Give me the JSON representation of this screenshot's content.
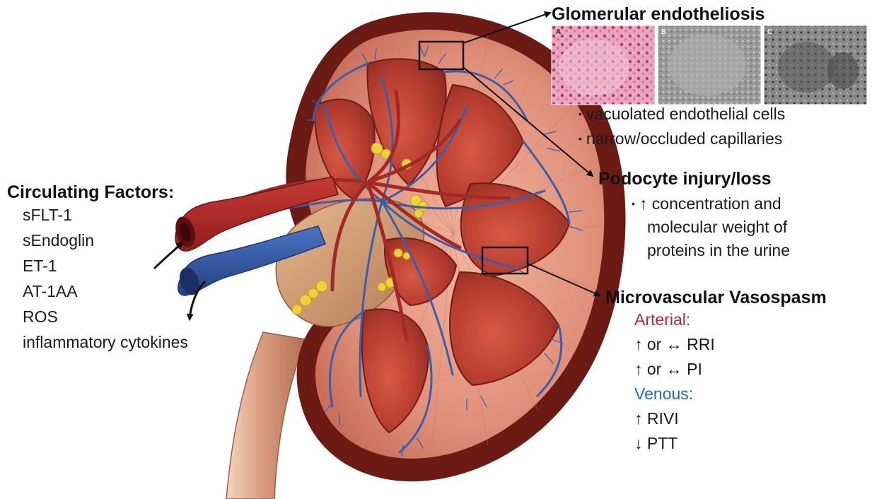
{
  "headings": {
    "glomerular": "Glomerular endotheliosis",
    "podocyte": "Podocyte injury/loss",
    "microvascular": "Microvascular Vasospasm",
    "circulating": "Circulating Factors:"
  },
  "circulating_factors": [
    "sFLT-1",
    "sEndoglin",
    "ET-1",
    "AT-1AA",
    "ROS",
    "inflammatory cytokines"
  ],
  "glomerular_bullets": [
    "vacuolated endothelial cells",
    "narrow/occluded capillaries"
  ],
  "micrograph_panel_labels": [
    "A",
    "B",
    "C"
  ],
  "podocyte_bullet": {
    "bullet": "•",
    "lines": [
      "↑ concentration and",
      "molecular weight of",
      "proteins in the urine"
    ]
  },
  "vasospasm": {
    "arterial_label": "Arterial:",
    "arterial_items": [
      "↑ or ↔ RRI",
      "↑ or ↔ PI"
    ],
    "venous_label": "Venous:",
    "venous_items": [
      "↑ RIVI",
      "↓ PTT"
    ]
  },
  "colors": {
    "arterial": "#c0262d",
    "venous": "#1f6db5",
    "kidney_capsule": "#6b1a14",
    "cortex": "#e79a82",
    "pyramid": "#c8503e",
    "vein": "#3a5ea8",
    "fat": "#f0d13a"
  }
}
